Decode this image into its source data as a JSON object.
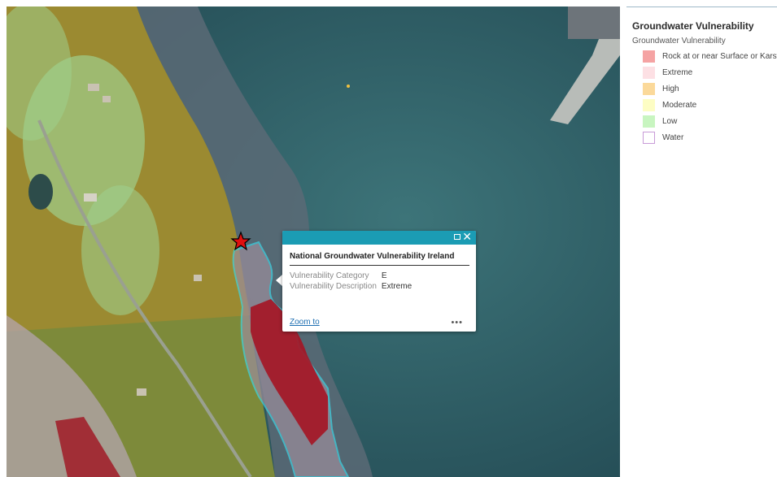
{
  "legend": {
    "title": "Groundwater Vulnerability",
    "layer_name": "Groundwater Vulnerability",
    "items": [
      {
        "label": "Rock at or near Surface or Karst",
        "color": "#f5a3a3",
        "border": "#f5a3a3"
      },
      {
        "label": "Extreme",
        "color": "#fde0e4",
        "border": "#fde0e4"
      },
      {
        "label": "High",
        "color": "#fbd99a",
        "border": "#fbd99a"
      },
      {
        "label": "Moderate",
        "color": "#fdfdc4",
        "border": "#fdfdc4"
      },
      {
        "label": "Low",
        "color": "#c8f5c0",
        "border": "#c8f5c0"
      },
      {
        "label": "Water",
        "color": "#ffffff",
        "border": "#c89bd8"
      }
    ]
  },
  "popup": {
    "title": "National Groundwater Vulnerability Ireland",
    "rows": [
      {
        "key": "Vulnerability Category",
        "value": "E"
      },
      {
        "key": "Vulnerability Description",
        "value": "Extreme"
      }
    ],
    "zoom_label": "Zoom to",
    "more_label": "•••",
    "close_glyph": "✕"
  },
  "colors": {
    "popup_header": "#1b9cb4",
    "selection_outline": "#3ed6e6",
    "marker": "#e01010"
  }
}
